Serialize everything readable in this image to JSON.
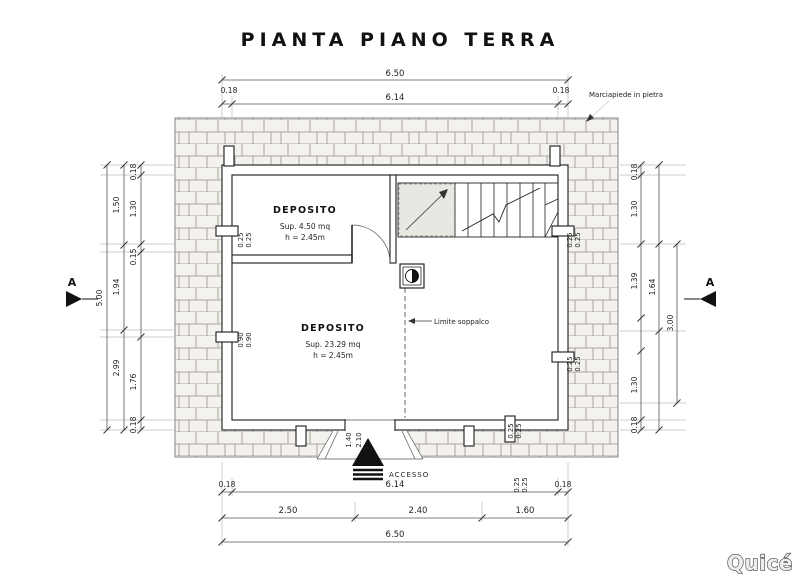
{
  "title": "PIANTA PIANO TERRA",
  "watermark": "Quicé",
  "annotations": {
    "marciapiede": "Marciapiede in pietra",
    "limite_soppalco": "Limite soppalco",
    "accesso": "ACCESSO",
    "section_label": "A"
  },
  "rooms": {
    "small": {
      "name": "DEPOSITO",
      "area": "Sup. 4.50 mq",
      "height": "h = 2.45m"
    },
    "large": {
      "name": "DEPOSITO",
      "area": "Sup. 23.29 mq",
      "height": "h = 2.45m"
    }
  },
  "dims": {
    "top": {
      "wall_left": "0.18",
      "inner": "6.14",
      "wall_right": "0.18",
      "total": "6.50"
    },
    "left": {
      "wall_top": "0.18",
      "room1": "1.30",
      "room1_out": "1.50",
      "wall_mid": "0.15",
      "mid": "1.94",
      "total": "5.00",
      "lower": "2.99",
      "room2": "1.76",
      "wall_bottom": "0.18"
    },
    "right": {
      "wall_top": "0.18",
      "upper": "1.30",
      "mid_out": "1.64",
      "mid": "1.39",
      "span": "3.00",
      "lower": "1.30",
      "wall_bottom": "0.18"
    },
    "bottom": {
      "wall_left": "0.18",
      "inner": "6.14",
      "wall_right": "0.18",
      "post_a": "0.25",
      "post_b": "0.25",
      "seg1": "2.50",
      "seg2": "2.40",
      "seg3": "1.60",
      "total": "6.50"
    },
    "interior": {
      "left_post_top_a": "0.25",
      "left_post_top_b": "0.25",
      "left_post_mid_a": "0.90",
      "left_post_mid_b": "0.90",
      "right_post_top_a": "0.25",
      "right_post_top_b": "0.25",
      "right_post_mid_a": "0.25",
      "right_post_mid_b": "0.25",
      "entry_width": "1.40",
      "entry_depth": "2.10",
      "bottom_post_a": "0.25",
      "bottom_post_b": "0.25"
    }
  }
}
